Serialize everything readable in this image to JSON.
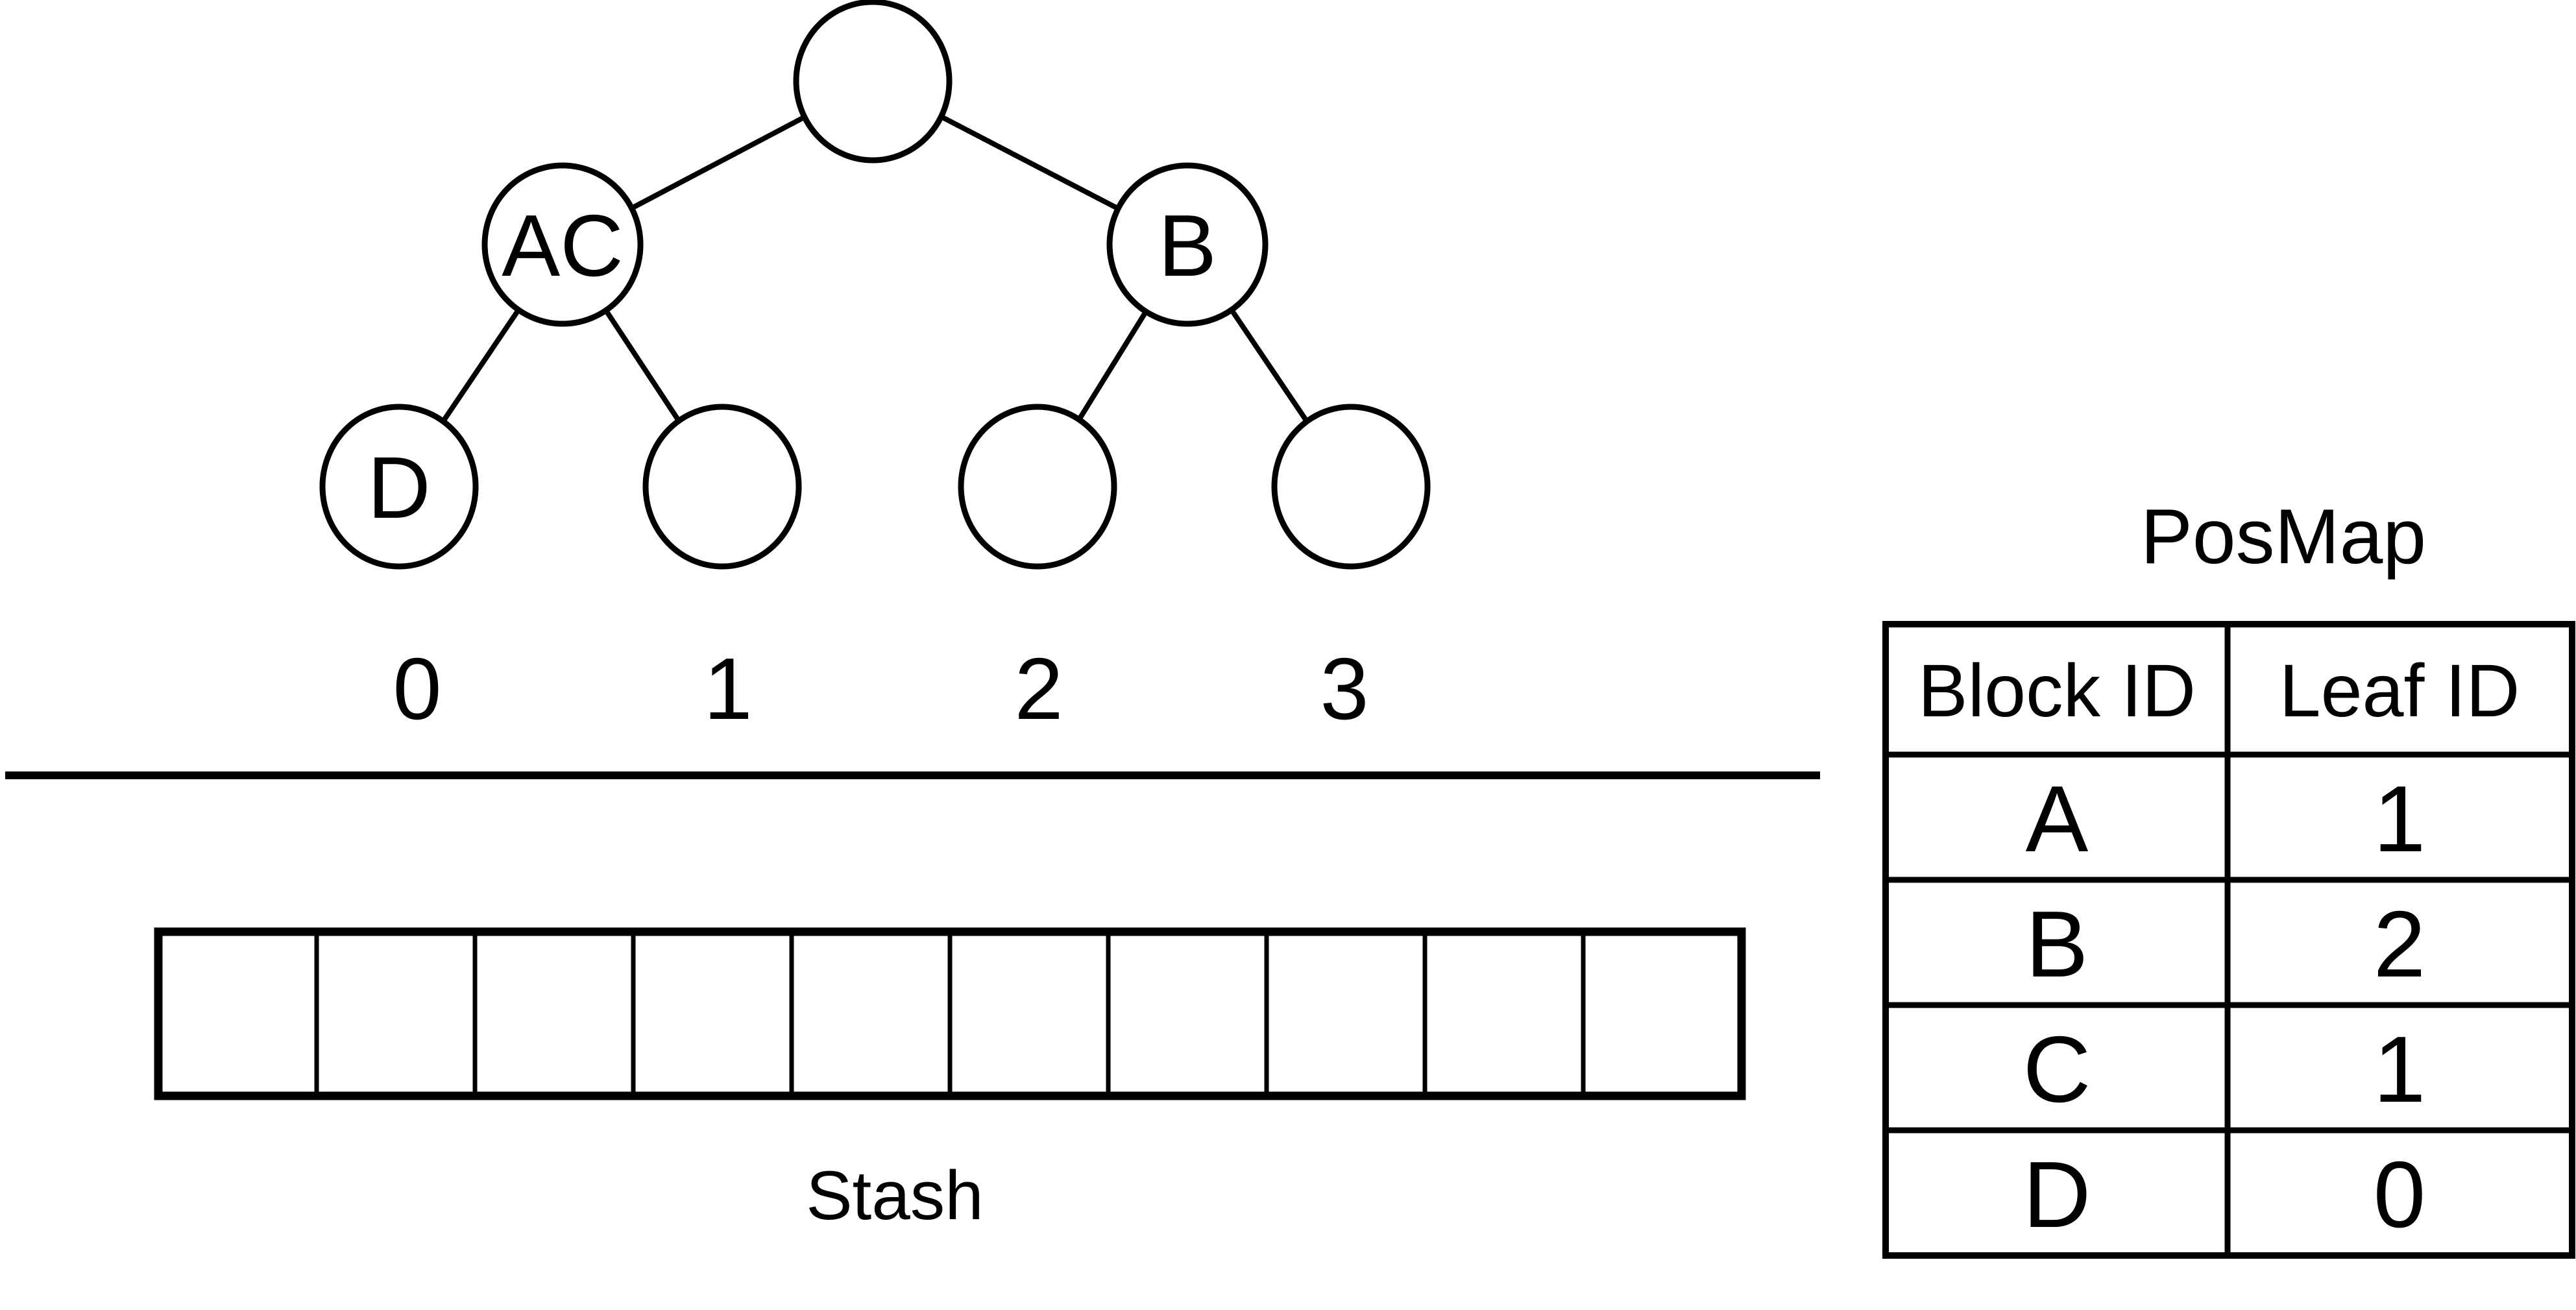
{
  "colors": {
    "foreground": "#000000",
    "background": "#ffffff"
  },
  "tree": {
    "description": "binary tree of buckets",
    "nodes": [
      {
        "id": "root",
        "level": 0,
        "label": ""
      },
      {
        "id": "left",
        "level": 1,
        "label": "AC"
      },
      {
        "id": "right",
        "level": 1,
        "label": "B"
      },
      {
        "id": "leaf0",
        "level": 2,
        "label": "D"
      },
      {
        "id": "leaf1",
        "level": 2,
        "label": ""
      },
      {
        "id": "leaf2",
        "level": 2,
        "label": ""
      },
      {
        "id": "leaf3",
        "level": 2,
        "label": ""
      }
    ],
    "leaf_ids": [
      "0",
      "1",
      "2",
      "3"
    ]
  },
  "stash": {
    "caption": "Stash",
    "slot_count": 10,
    "slots": [
      "",
      "",
      "",
      "",
      "",
      "",
      "",
      "",
      "",
      ""
    ]
  },
  "posmap": {
    "title": "PosMap",
    "columns": [
      "Block ID",
      "Leaf ID"
    ],
    "rows": [
      [
        "A",
        "1"
      ],
      [
        "B",
        "2"
      ],
      [
        "C",
        "1"
      ],
      [
        "D",
        "0"
      ]
    ]
  }
}
